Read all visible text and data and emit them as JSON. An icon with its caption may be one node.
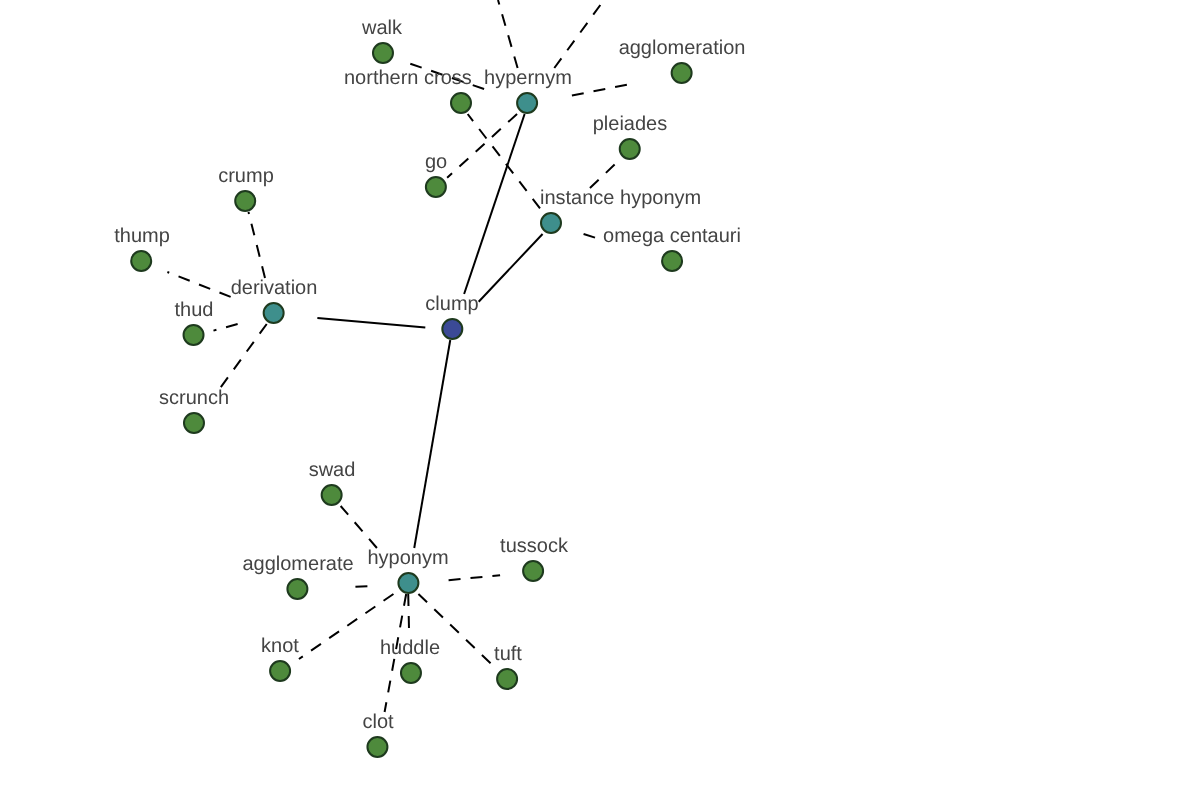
{
  "diagram": {
    "nodes": [
      {
        "text": [
          "walk"
        ]
      },
      {
        "text": [
          "agglomeration"
        ]
      },
      {
        "text": [
          "northern cross"
        ]
      },
      {
        "text": [
          "hypernym"
        ]
      },
      {
        "text": [
          "go"
        ]
      },
      {
        "text": [
          "pleiades"
        ]
      },
      {
        "text": [
          "crump"
        ]
      },
      {
        "text": [
          "instance hyponym"
        ]
      },
      {
        "text": [
          "omega centauri"
        ]
      },
      {
        "text": [
          "thump"
        ]
      },
      {
        "text": [
          "derivation"
        ]
      },
      {
        "text": [
          "clump"
        ]
      },
      {
        "text": [
          "thud"
        ]
      },
      {
        "text": [
          "scrunch"
        ]
      },
      {
        "text": [
          "swad"
        ]
      },
      {
        "text": [
          "tussock"
        ]
      },
      {
        "text": [
          "hyponym"
        ]
      },
      {
        "text": [
          "agglomerate"
        ]
      },
      {
        "text": [
          "knot"
        ]
      },
      {
        "text": [
          "huddle"
        ]
      },
      {
        "text": [
          "tuft"
        ]
      },
      {
        "text": [
          "clot"
        ]
      }
    ],
    "edges": [
      {
        "from": 11,
        "to": 3,
        "arrow": "none"
      },
      {
        "from": 11,
        "to": 7,
        "arrow": "none"
      },
      {
        "from": 11,
        "to": 10,
        "arrow": "none"
      },
      {
        "from": 11,
        "to": 16,
        "arrow": "none"
      },
      {
        "from": 3,
        "to": 0,
        "arrow": "none",
        "style": "dashed"
      },
      {
        "from": 3,
        "to": 1,
        "arrow": "none",
        "style": "dashed"
      },
      {
        "from": 3,
        "to": 4,
        "arrow": "none",
        "style": "dashed"
      },
      {
        "from": 3,
        "to": null,
        "arrow": "none",
        "style": "dashed"
      },
      {
        "from": 3,
        "to": null,
        "arrow": "none",
        "style": "dashed"
      },
      {
        "from": 7,
        "to": 2,
        "arrow": "none",
        "style": "dashed"
      },
      {
        "from": 7,
        "to": 5,
        "arrow": "none",
        "style": "dashed"
      },
      {
        "from": 7,
        "to": 8,
        "arrow": "none",
        "style": "dashed"
      },
      {
        "from": 10,
        "to": 6,
        "arrow": "none",
        "style": "dashed"
      },
      {
        "from": 10,
        "to": 9,
        "arrow": "none",
        "style": "dashed"
      },
      {
        "from": 10,
        "to": 12,
        "arrow": "none",
        "style": "dashed"
      },
      {
        "from": 10,
        "to": 13,
        "arrow": "none",
        "style": "dashed"
      },
      {
        "from": 16,
        "to": 14,
        "arrow": "none",
        "style": "dashed"
      },
      {
        "from": 16,
        "to": 17,
        "arrow": "none",
        "style": "dashed"
      },
      {
        "from": 16,
        "to": 15,
        "arrow": "none",
        "style": "dashed"
      },
      {
        "from": 16,
        "to": 18,
        "arrow": "none",
        "style": "dashed"
      },
      {
        "from": 16,
        "to": 19,
        "arrow": "none",
        "style": "dashed"
      },
      {
        "from": 16,
        "to": 20,
        "arrow": "none",
        "style": "dashed"
      },
      {
        "from": 16,
        "to": 21,
        "arrow": "none",
        "style": "dashed"
      }
    ]
  }
}
